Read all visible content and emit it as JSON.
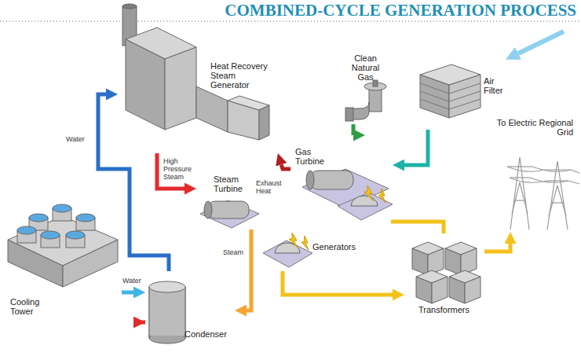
{
  "diagram": {
    "title": "COMBINED-CYCLE GENERATION PROCESS",
    "nodes": [
      {
        "text": [
          "Heat Recovery Steam Generator"
        ]
      },
      {
        "text": [
          "Clean Natural Gas"
        ]
      },
      {
        "text": [
          "Air Filter"
        ]
      },
      {
        "text": [
          "Gas Turbine"
        ]
      },
      {
        "text": [
          "To Electric Regional Grid"
        ]
      },
      {
        "text": [
          "Steam Turbine"
        ]
      },
      {
        "text": [
          "Generators"
        ]
      },
      {
        "text": [
          "Transformers"
        ]
      },
      {
        "text": [
          "Cooling Tower"
        ]
      },
      {
        "text": [
          "Condenser"
        ]
      }
    ],
    "edges": [
      {
        "from": 0,
        "to": 5,
        "arrow": "to",
        "label": "High Pressure Steam"
      },
      {
        "from": 3,
        "to": 0,
        "arrow": "to",
        "label": "Exhaust Heat"
      },
      {
        "from": 1,
        "to": 3,
        "arrow": "to"
      },
      {
        "from": 2,
        "to": 3,
        "arrow": "to"
      },
      {
        "from": 9,
        "to": 0,
        "arrow": "to",
        "label": "Water"
      },
      {
        "from": 5,
        "to": 9,
        "arrow": "to",
        "label": "Steam"
      },
      {
        "from": 8,
        "to": 9,
        "arrow": "to",
        "label": "Water"
      },
      {
        "from": 9,
        "to": 8,
        "arrow": "to"
      },
      {
        "from": 6,
        "to": 7,
        "arrow": "to"
      },
      {
        "from": 7,
        "to": 4,
        "arrow": "to"
      }
    ]
  }
}
